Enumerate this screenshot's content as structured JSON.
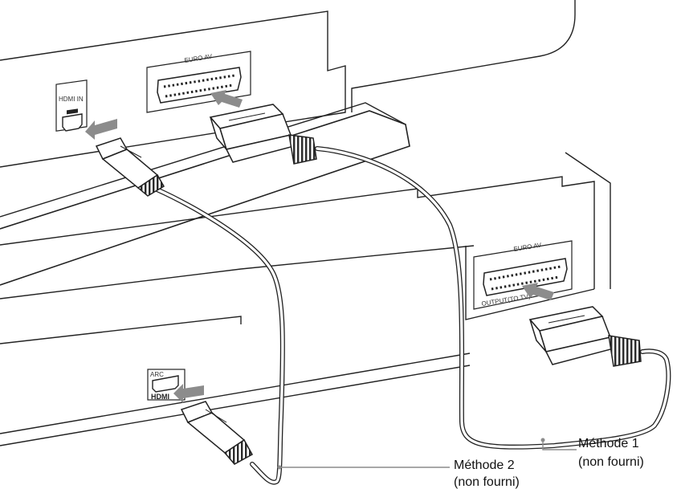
{
  "tv": {
    "hdmi_port_label": "HDMI IN",
    "scart_port_label": "EURO AV"
  },
  "player": {
    "scart_port_label": "EURO AV",
    "scart_output_label": "OUTPUT(TO TV)",
    "hdmi_arc_label": "ARC",
    "hdmi_logo_text": "HDMI"
  },
  "callouts": {
    "method1": {
      "line1": "Méthode 1",
      "line2": "(non fourni)"
    },
    "method2": {
      "line1": "Méthode 2",
      "line2": "(non fourni)"
    }
  },
  "colors": {
    "line": "#222222",
    "arrow_fill": "#8c8c8c",
    "cable_gray": "#a8a8a8",
    "leader_gray": "#8c8c8c"
  }
}
